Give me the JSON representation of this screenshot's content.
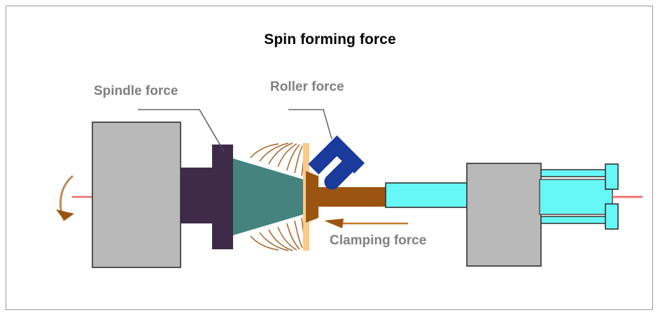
{
  "figure": {
    "title": "Spin forming force",
    "title_color": "#000000",
    "label_color": "#808080",
    "frame_border_color": "#9a9a9a",
    "background": "#ffffff"
  },
  "labels": {
    "spindle": "Spindle force",
    "roller": "Roller force",
    "clamping": "Clamping force"
  },
  "colors": {
    "headstock_gray": "#b9b9b9",
    "mandrel_purple": "#3f2a4a",
    "workpiece_teal": "#45837f",
    "roller_blue": "#1a3a9c",
    "clamp_brown": "#9c5510",
    "flowline_brown": "#a5642a",
    "shaft_cyan": "#66f7f7",
    "support_orange": "#fbc98a",
    "centerline_red": "#f06a6a",
    "outline_dark": "#303030"
  },
  "parts": {
    "headstock": "headstock-block",
    "mandrel": "spindle-mandrel",
    "workpiece": "conical-workpiece",
    "roller": "forming-roller",
    "tailstock_support": "tailstock-support-bar",
    "clamp": "clamping-rod",
    "shaft": "tailstock-shaft",
    "tailstock": "tailstock-block",
    "cylinder": "hydraulic-cylinder",
    "centerline": "rotation-axis-centerline",
    "rotation_arrow": "spindle-rotation-arrow",
    "clamp_arrow": "clamping-force-arrow"
  }
}
